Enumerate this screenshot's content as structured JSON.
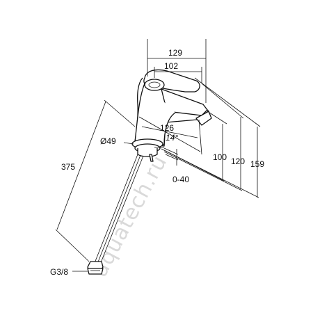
{
  "watermark": "aquatech.ru",
  "dimensions": {
    "width_top": "129",
    "width_handle": "102",
    "spout_reach": "126",
    "spout_angle": "14°",
    "base_diameter": "Ø49",
    "hose_length": "375",
    "deck_thickness": "0-40",
    "height_spout": "100",
    "height_mid": "120",
    "height_total": "159",
    "thread": "G3/8"
  }
}
